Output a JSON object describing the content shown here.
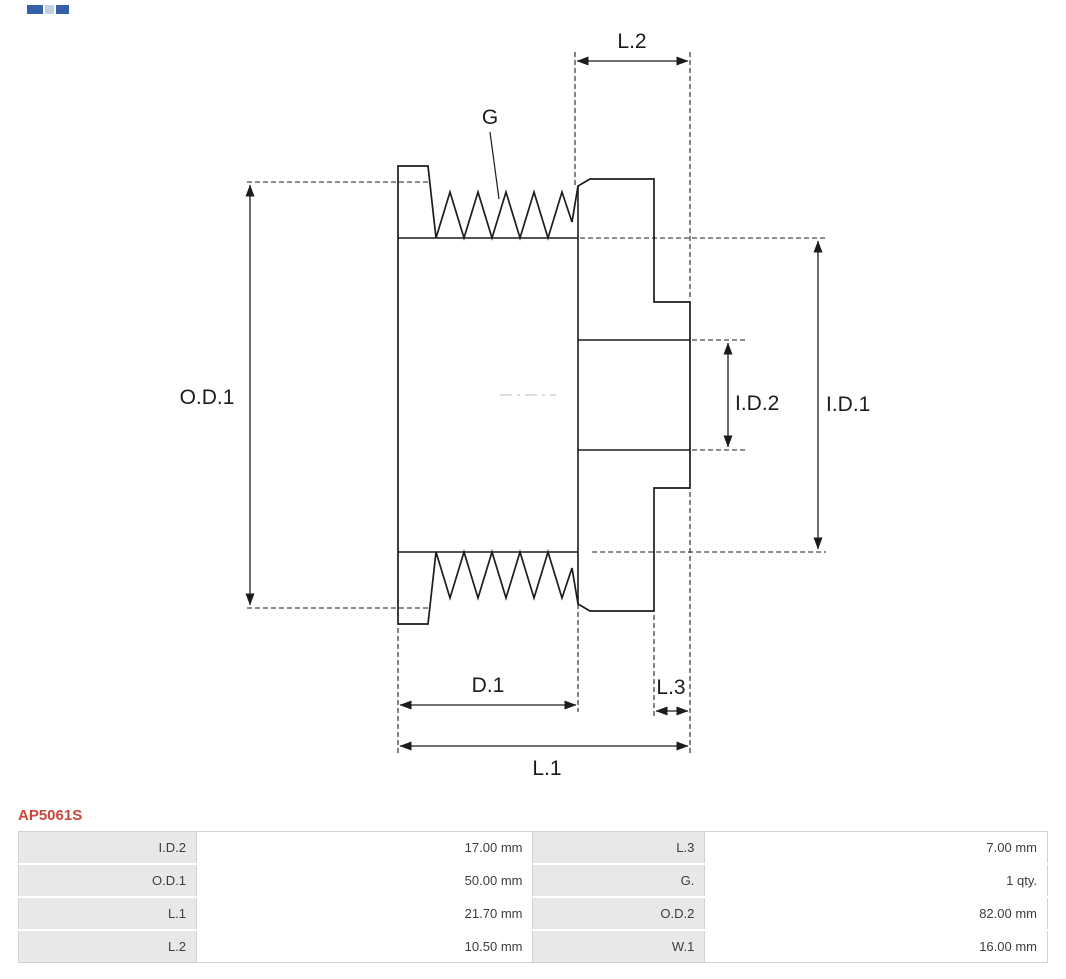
{
  "brand": {
    "logo": "as-pl-logo"
  },
  "drawing": {
    "title": "alternator-pulley-technical-drawing",
    "labels": {
      "g": "G",
      "l1": "L.1",
      "l2": "L.2",
      "l3": "L.3",
      "d1": "D.1",
      "od1": "O.D.1",
      "id1": "I.D.1",
      "id2": "I.D.2"
    }
  },
  "product": {
    "code": "AP5061S",
    "code_color": "#c9463d"
  },
  "spec_table": {
    "rows": [
      {
        "c0": "I.D.2",
        "c1": "17.00 mm",
        "c2": "L.3",
        "c3": "7.00 mm"
      },
      {
        "c0": "O.D.1",
        "c1": "50.00 mm",
        "c2": "G.",
        "c3": "1 qty."
      },
      {
        "c0": "L.1",
        "c1": "21.70 mm",
        "c2": "O.D.2",
        "c3": "82.00 mm"
      },
      {
        "c0": "L.2",
        "c1": "10.50 mm",
        "c2": "W.1",
        "c3": "16.00 mm"
      }
    ]
  }
}
